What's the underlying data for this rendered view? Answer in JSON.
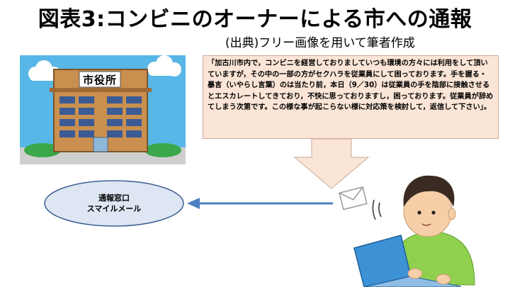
{
  "title": "図表3:コンビニのオーナーによる市への通報",
  "source": "(出典)フリー画像を用いて筆者作成",
  "city_hall": {
    "sign": "市役所"
  },
  "complaint": {
    "text": "「加古川市内で，コンビニを経営しておりましていつも環境の方々には利用をして頂いていますが，その中の一部の方がセクハラを従業員にして困っております。手を握る・暴言（いやらし言葉）のは当たり前，本日（9／30）は従業員の手を陰部に接触させるとエスカレートしてきており，不快に思っておりますし，困っております。従業員が辞めてしまう次第です。この様な事が起こらない様に対応策を検討して，返信して下さい」。"
  },
  "contact_window": {
    "line1": "通報窓口",
    "line2": "スマイルメール"
  },
  "colors": {
    "sky": "#58b7e7",
    "cloud": "#ffffff",
    "building": "#c98f4e",
    "window": "#3c5b95",
    "callout_fill": "#fbe5d6",
    "arrow_fill": "#fbe5d6",
    "ellipse_fill": "#dde6f2",
    "ellipse_stroke": "#3d5f93",
    "flow_arrow": "#4c7fc0",
    "shirt": "#8fd14f",
    "laptop": "#3d92d6"
  }
}
